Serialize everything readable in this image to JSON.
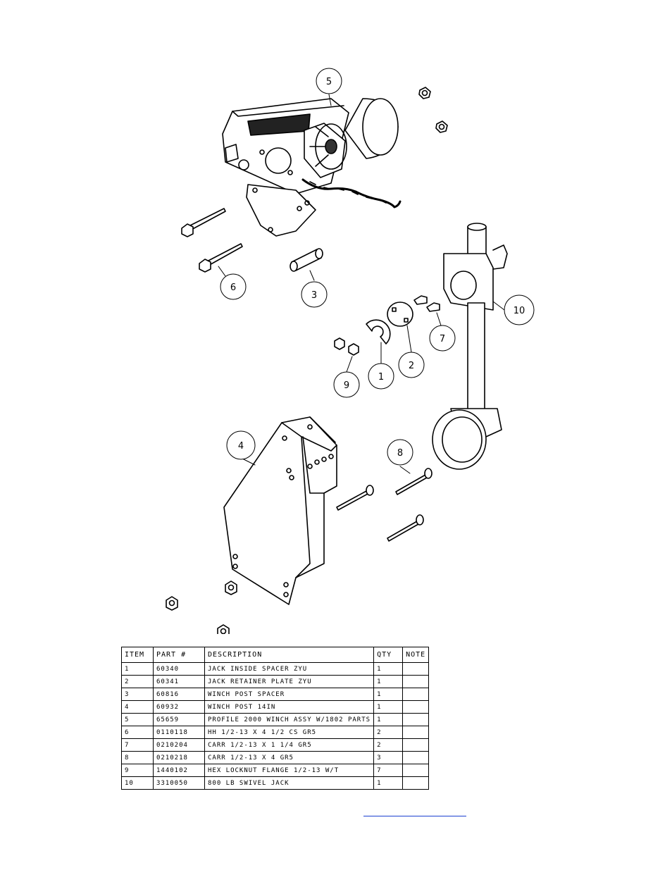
{
  "callouts": [
    "1",
    "2",
    "3",
    "4",
    "5",
    "6",
    "7",
    "8",
    "9",
    "10"
  ],
  "bom": {
    "headers": {
      "item": "ITEM",
      "part": "PART #",
      "description": "DESCRIPTION",
      "qty": "QTY",
      "note": "NOTE"
    },
    "rows": [
      {
        "item": "1",
        "part": "60340",
        "description": "JACK INSIDE SPACER ZYU",
        "qty": "1",
        "note": ""
      },
      {
        "item": "2",
        "part": "60341",
        "description": "JACK RETAINER PLATE ZYU",
        "qty": "1",
        "note": ""
      },
      {
        "item": "3",
        "part": "60816",
        "description": "WINCH POST SPACER",
        "qty": "1",
        "note": ""
      },
      {
        "item": "4",
        "part": "60932",
        "description": "WINCH POST   14IN",
        "qty": "1",
        "note": ""
      },
      {
        "item": "5",
        "part": "65659",
        "description": "PROFILE 2000 WINCH ASSY W/1802 PARTS",
        "qty": "1",
        "note": ""
      },
      {
        "item": "6",
        "part": "0110118",
        "description": "HH 1/2-13 X 4 1/2 CS GR5",
        "qty": "2",
        "note": ""
      },
      {
        "item": "7",
        "part": "0210204",
        "description": "CARR 1/2-13 X 1 1/4 GR5",
        "qty": "2",
        "note": ""
      },
      {
        "item": "8",
        "part": "0210218",
        "description": "CARR 1/2-13 X 4 GR5",
        "qty": "3",
        "note": ""
      },
      {
        "item": "9",
        "part": "1440102",
        "description": "HEX LOCKNUT FLANGE 1/2-13 W/T",
        "qty": "7",
        "note": ""
      },
      {
        "item": "10",
        "part": "3310050",
        "description": "800 LB SWIVEL JACK",
        "qty": "1",
        "note": ""
      }
    ]
  }
}
